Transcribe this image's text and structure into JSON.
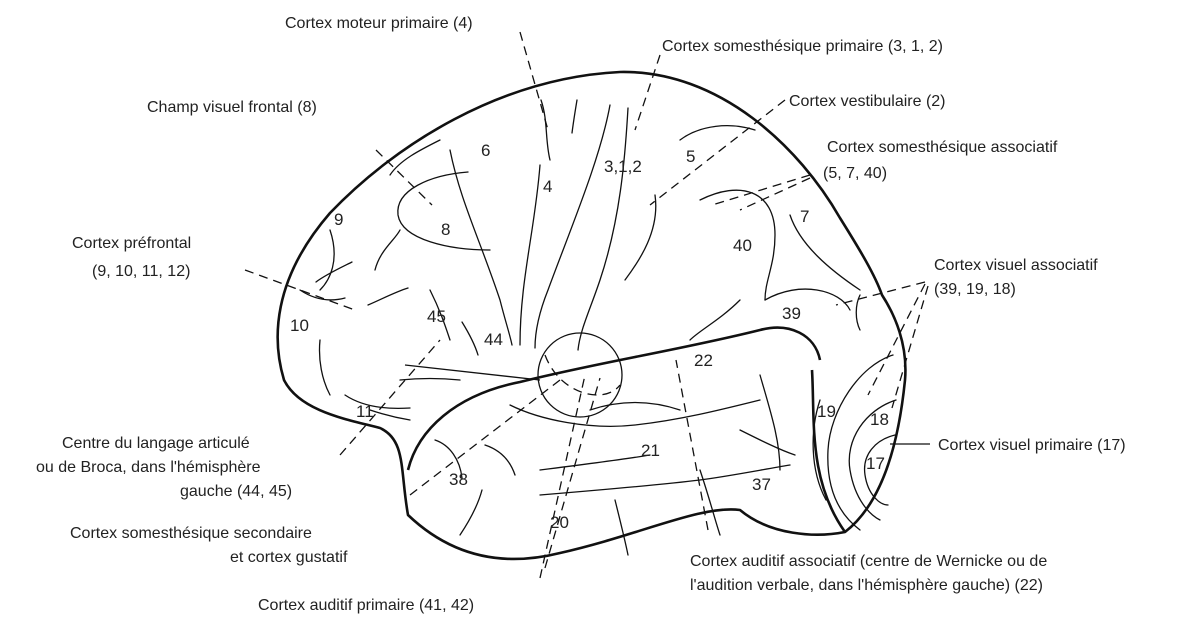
{
  "labels": {
    "motor": "Cortex moteur primaire (4)",
    "somato1": "Cortex somesthésique primaire (3, 1, 2)",
    "frontal_eye": "Champ visuel frontal (8)",
    "vestib": "Cortex vestibulaire (2)",
    "somato_assoc_1": "Cortex somesthésique associatif",
    "somato_assoc_2": "(5, 7, 40)",
    "prefrontal_1": "Cortex préfrontal",
    "prefrontal_2": "(9, 10, 11, 12)",
    "visual_assoc_1": "Cortex visuel associatif",
    "visual_assoc_2": "(39, 19, 18)",
    "broca_1": "Centre du langage articulé",
    "broca_2": "ou de Broca, dans l'hémisphère",
    "broca_3": "gauche (44, 45)",
    "visual1": "Cortex visuel primaire (17)",
    "somato2_1": "Cortex somesthésique secondaire",
    "somato2_2": "et cortex gustatif",
    "wernicke_1": "Cortex auditif associatif (centre de Wernicke ou de",
    "wernicke_2": "l'audition verbale, dans l'hémisphère gauche) (22)",
    "auditory1": "Cortex auditif primaire (41, 42)"
  },
  "areas": {
    "a6": "6",
    "a4": "4",
    "a312": "3,1,2",
    "a5": "5",
    "a9": "9",
    "a8": "8",
    "a7": "7",
    "a40": "40",
    "a10": "10",
    "a45": "45",
    "a44": "44",
    "a39": "39",
    "a22": "22",
    "a11": "11",
    "a19": "19",
    "a18": "18",
    "a21": "21",
    "a17": "17",
    "a38": "38",
    "a37": "37",
    "a20": "20"
  }
}
